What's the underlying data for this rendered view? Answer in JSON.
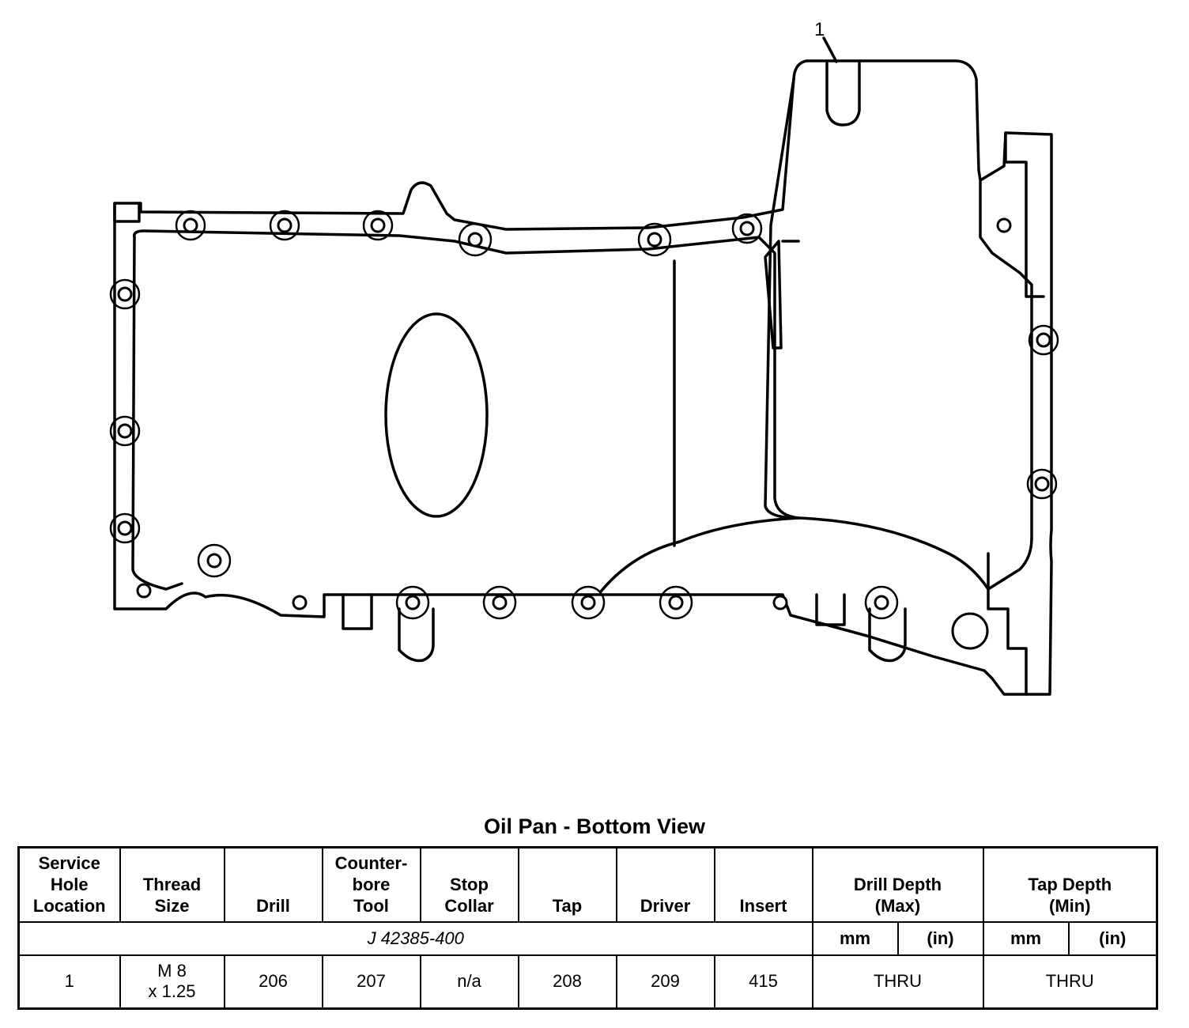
{
  "diagram": {
    "callout": "1"
  },
  "caption": "Oil Pan - Bottom View",
  "table": {
    "headers": {
      "service_hole": [
        "Service",
        "Hole",
        "Location"
      ],
      "thread_size": [
        "Thread",
        "Size"
      ],
      "drill": "Drill",
      "counterbore": [
        "Counter-",
        "bore",
        "Tool"
      ],
      "stop_collar": [
        "Stop",
        "Collar"
      ],
      "tap": "Tap",
      "driver": "Driver",
      "insert": "Insert",
      "drill_depth": [
        "Drill Depth",
        "(Max)"
      ],
      "tap_depth": [
        "Tap Depth",
        "(Min)"
      ]
    },
    "kit": "J 42385-400",
    "units": {
      "mm": "mm",
      "in": "(in)"
    },
    "row": {
      "location": "1",
      "thread": [
        "M 8",
        "x 1.25"
      ],
      "drill": "206",
      "counterbore": "207",
      "stop_collar": "n/a",
      "tap": "208",
      "driver": "209",
      "insert": "415",
      "drill_depth": "THRU",
      "tap_depth": "THRU"
    }
  }
}
